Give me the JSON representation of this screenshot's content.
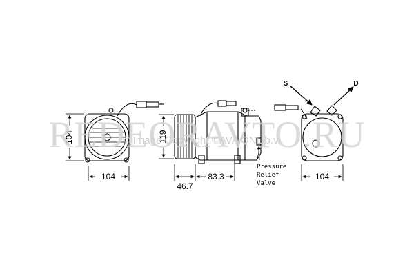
{
  "watermark": {
    "main": "REDEORAVTO.RU",
    "overlay": "© Image Copyright ©AVA QNL b.v."
  },
  "dimensions": {
    "front_height": "104",
    "front_width": "104",
    "side_height": "119",
    "side_clutch": "46.7",
    "side_mount": "83.3",
    "rear_width": "104"
  },
  "labels": {
    "relief_line1": "Pressure",
    "relief_line2": "Relief",
    "relief_line3": "Valve",
    "suction": "S",
    "discharge": "D"
  }
}
